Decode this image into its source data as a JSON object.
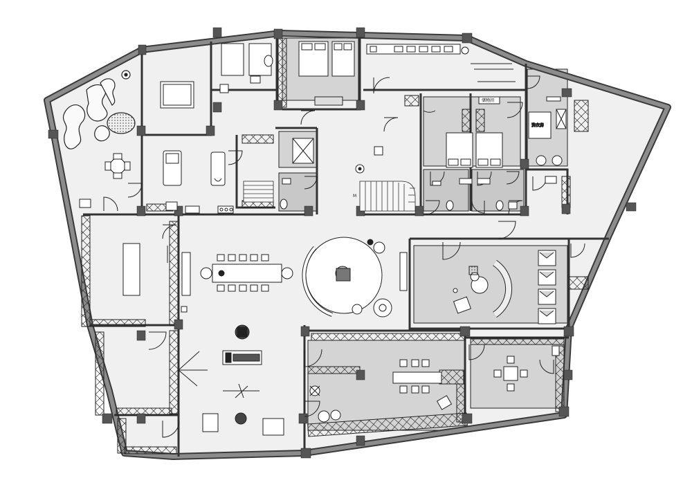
{
  "plan": {
    "labels": {
      "tag_a": "M",
      "tag_b": "储物间",
      "tag_c": "洗衣房"
    },
    "colors": {
      "background": "#ffffff",
      "floor": "#f0f0f0",
      "room_fill": "#d4d4d4",
      "dark_room": "#c8c8c8",
      "wall": "#8c8c8c",
      "wall_outline": "#3a3a3a",
      "column": "#555555",
      "line": "#222222"
    }
  }
}
